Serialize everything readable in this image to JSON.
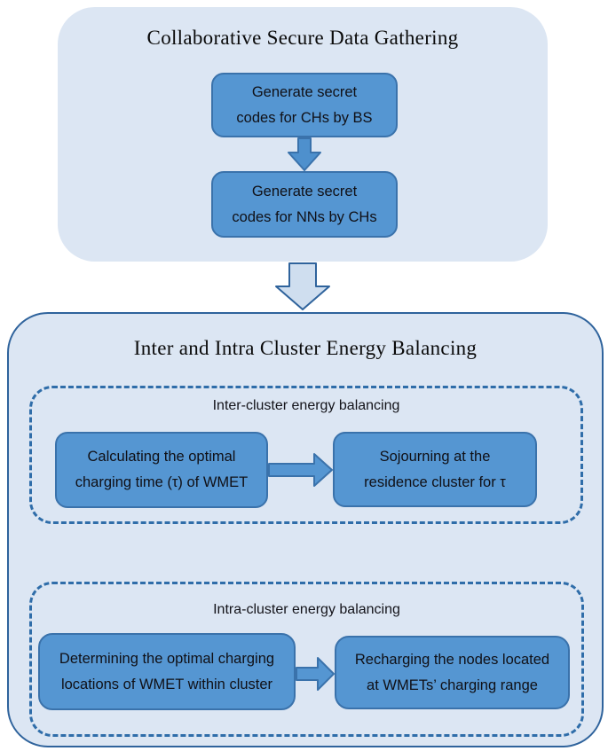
{
  "colors": {
    "panel-fill": "#dce6f3",
    "panel-border": "#2f639c",
    "node-fill": "#5596d2",
    "node-border": "#3a72ab",
    "dash-border": "#2f6da9",
    "big-arrow-fill": "#cfdeef",
    "small-arrow-fill": "#4e90cd",
    "title-color": "#0a0a0a",
    "node-text-color": "#101016"
  },
  "top": {
    "title": "Collaborative Secure Data Gathering",
    "box1": "Generate secret\ncodes for CHs by BS",
    "box2": "Generate secret\ncodes for NNs by CHs"
  },
  "bottom": {
    "title": "Inter and Intra Cluster Energy Balancing",
    "inter": {
      "label": "Inter-cluster energy balancing",
      "box1": "Calculating the optimal\ncharging time (τ) of WMET",
      "box2": "Sojourning at the\nresidence cluster for τ"
    },
    "intra": {
      "label": "Intra-cluster energy balancing",
      "box1": "Determining the optimal charging\nlocations of WMET within cluster",
      "box2": "Recharging the nodes located\nat WMETs’ charging range"
    }
  },
  "icons": {
    "small_down_arrow": "down-block-arrow",
    "big_down_arrow": "down-block-arrow",
    "right_arrow": "right-block-arrow"
  }
}
